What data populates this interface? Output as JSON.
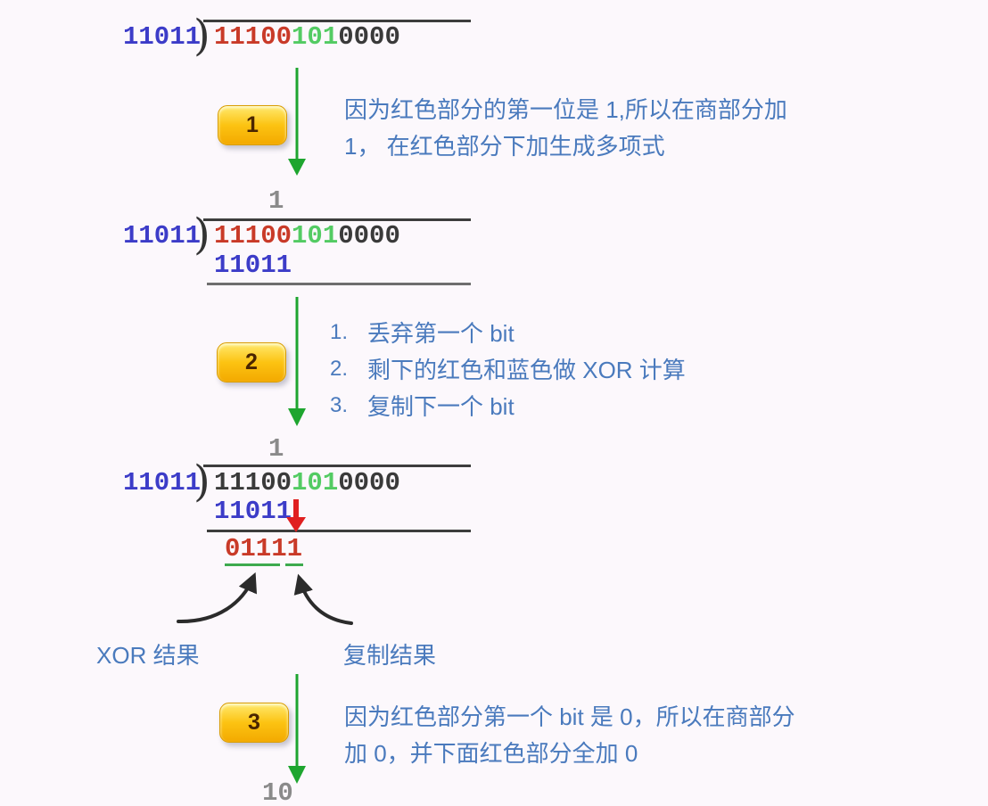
{
  "colors": {
    "background": "#fcf8fc",
    "digit_blue": "#3c3cc8",
    "digit_red": "#c93a28",
    "digit_green": "#53cb63",
    "digit_dark": "#3a3a3a",
    "digit_gray": "#8a8a8a",
    "annotation_blue": "#4a7abd",
    "arrow_green": "#1ea52f",
    "arrow_red": "#e02020",
    "arrow_black": "#2b2b2b",
    "underline_green": "#3daa4e",
    "badge_yellow_top": "#ffe96e",
    "badge_yellow_bottom": "#f3a900",
    "badge_text": "#4a2500"
  },
  "division": {
    "bracket": ")",
    "blocks": [
      {
        "divisor": "11011",
        "dividend": [
          {
            "text": "11100",
            "color": "red"
          },
          {
            "text": "101",
            "color": "green"
          },
          {
            "text": "0000",
            "color": "dark"
          }
        ]
      },
      {
        "quotient": "1",
        "divisor": "11011",
        "dividend": [
          {
            "text": "11100",
            "color": "red"
          },
          {
            "text": "101",
            "color": "green"
          },
          {
            "text": "0000",
            "color": "dark"
          }
        ],
        "subtrahend": "11011"
      },
      {
        "quotient": "1",
        "divisor": "11011",
        "dividend": [
          {
            "text": "11100",
            "color": "dark"
          },
          {
            "text": "101",
            "color": "green"
          },
          {
            "text": "0000",
            "color": "dark"
          }
        ],
        "subtrahend": "11011",
        "result": "01111"
      }
    ],
    "next_quotient": "10"
  },
  "steps": [
    {
      "badge": "1",
      "lines": [
        "因为红色部分的第一位是 1,所以在商部分加",
        "1， 在红色部分下加生成多项式"
      ]
    },
    {
      "badge": "2",
      "items": [
        {
          "num": "1.",
          "text": "丢弃第一个 bit"
        },
        {
          "num": "2.",
          "text": "剩下的红色和蓝色做 XOR 计算"
        },
        {
          "num": "3.",
          "text": "复制下一个 bit"
        }
      ]
    },
    {
      "badge": "3",
      "lines": [
        "因为红色部分第一个 bit 是 0，所以在商部分",
        "加 0，并下面红色部分全加 0"
      ]
    }
  ],
  "labels": {
    "xor_result": "XOR 结果",
    "copy_result": "复制结果"
  }
}
